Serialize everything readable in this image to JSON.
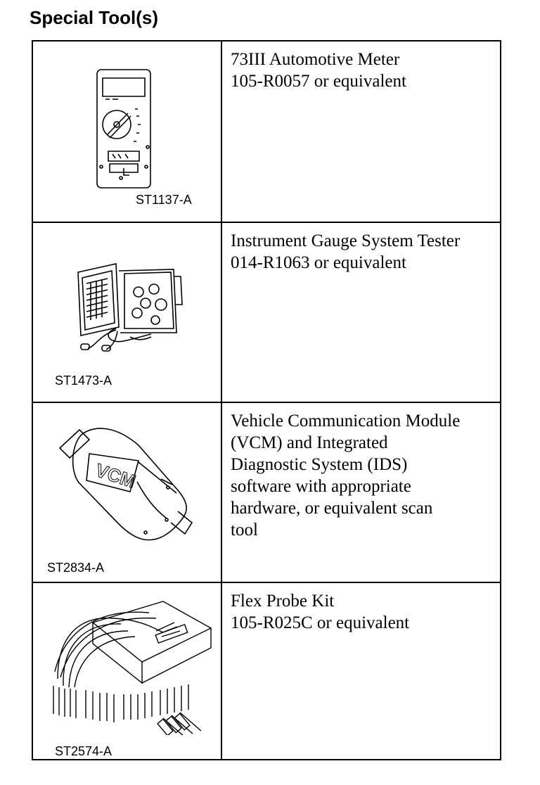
{
  "page": {
    "title": "Special Tool(s)"
  },
  "tools": [
    {
      "code": "ST1137-A",
      "lines": [
        "73III Automotive Meter",
        "105-R0057 or equivalent"
      ],
      "icon": "multimeter-illustration"
    },
    {
      "code": "ST1473-A",
      "lines": [
        "Instrument Gauge System Tester",
        "014-R1063 or equivalent"
      ],
      "icon": "gauge-tester-illustration"
    },
    {
      "code": "ST2834-A",
      "lines": [
        "Vehicle Communication Module",
        "(VCM) and Integrated",
        "Diagnostic System (IDS)",
        "software with appropriate",
        "hardware, or equivalent scan",
        "tool"
      ],
      "icon": "vcm-module-illustration",
      "device_label": "VCM"
    },
    {
      "code": "ST2574-A",
      "lines": [
        "Flex Probe Kit",
        "105-R025C or equivalent"
      ],
      "icon": "flex-probe-kit-illustration"
    }
  ]
}
